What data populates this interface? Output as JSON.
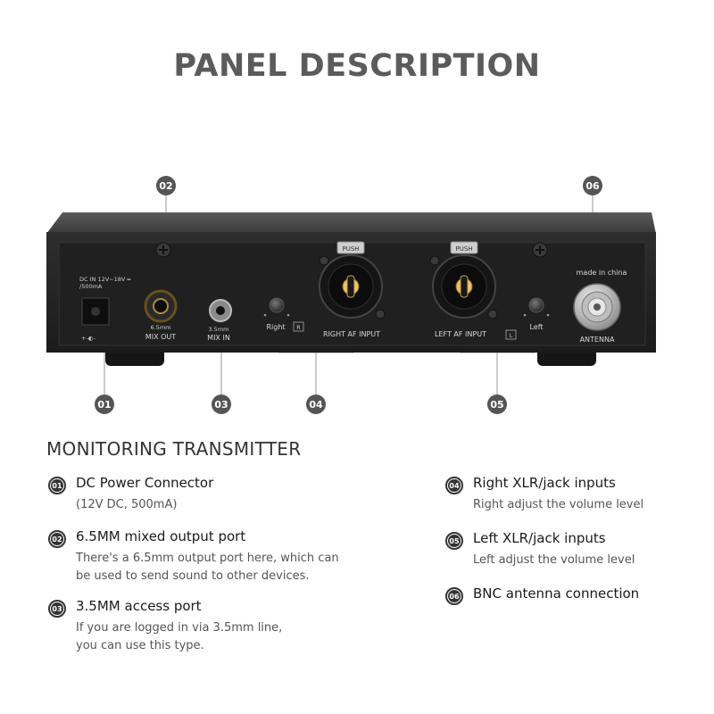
{
  "page": {
    "title": "PANEL DESCRIPTION",
    "section_title": "MONITORING TRANSMITTER"
  },
  "panel": {
    "callouts": [
      "01",
      "02",
      "03",
      "04",
      "05",
      "06"
    ],
    "labels": {
      "dc_in": "DC IN 12V~18V ═",
      "dc_ma": "/500mA",
      "polarity": "+-◐-",
      "mix_out_size": "6.5mm",
      "mix_out": "MIX OUT",
      "mix_in_size": "3.5mm",
      "mix_in": "MIX IN",
      "right": "Right",
      "r_badge": "R",
      "right_input": "RIGHT AF  INPUT",
      "left_input": "LEFT AF  INPUT",
      "l_badge": "L",
      "left": "Left",
      "push": "PUSH",
      "made_in": "made in china",
      "antenna": "ANTENNA"
    }
  },
  "items": [
    {
      "num": "01",
      "title": "DC Power Connector",
      "desc": [
        "(12V DC, 500mA)"
      ]
    },
    {
      "num": "02",
      "title": "6.5MM mixed output port",
      "desc": [
        "There's a 6.5mm output port here, which can",
        "be used to send sound to other devices."
      ]
    },
    {
      "num": "03",
      "title": "3.5MM access port",
      "desc": [
        "If you are logged in via 3.5mm line,",
        "you can use this type."
      ]
    },
    {
      "num": "04",
      "title": "Right XLR/jack inputs",
      "desc": [
        "Right adjust the volume level"
      ]
    },
    {
      "num": "05",
      "title": "Left XLR/jack inputs",
      "desc": [
        "Left adjust the volume level"
      ]
    },
    {
      "num": "06",
      "title": "BNC antenna connection",
      "desc": []
    }
  ],
  "colors": {
    "title": "#5b5b5b",
    "badge": "#555555",
    "chassis": "#2a2a2a"
  }
}
